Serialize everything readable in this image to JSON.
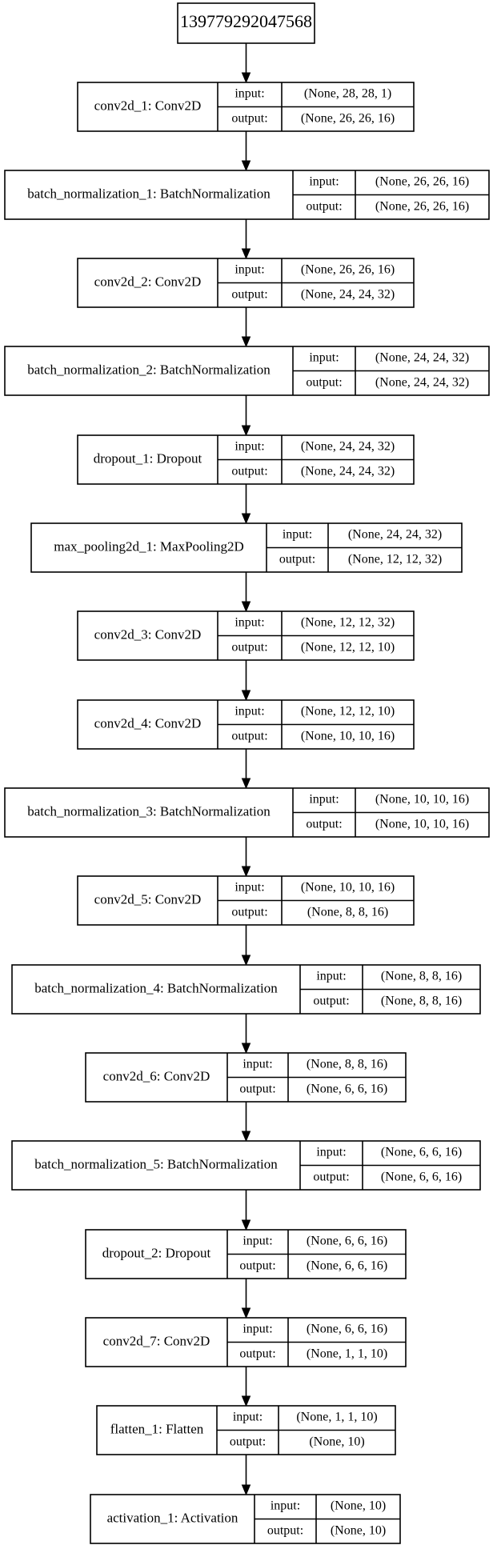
{
  "input_node": {
    "label": "139779292047568"
  },
  "ports": {
    "input": "input:",
    "output": "output:"
  },
  "layers": [
    {
      "name": "conv2d_1: Conv2D",
      "input": "(None, 28, 28, 1)",
      "output": "(None, 26, 26, 16)"
    },
    {
      "name": "batch_normalization_1: BatchNormalization",
      "input": "(None, 26, 26, 16)",
      "output": "(None, 26, 26, 16)"
    },
    {
      "name": "conv2d_2: Conv2D",
      "input": "(None, 26, 26, 16)",
      "output": "(None, 24, 24, 32)"
    },
    {
      "name": "batch_normalization_2: BatchNormalization",
      "input": "(None, 24, 24, 32)",
      "output": "(None, 24, 24, 32)"
    },
    {
      "name": "dropout_1: Dropout",
      "input": "(None, 24, 24, 32)",
      "output": "(None, 24, 24, 32)"
    },
    {
      "name": "max_pooling2d_1: MaxPooling2D",
      "input": "(None, 24, 24, 32)",
      "output": "(None, 12, 12, 32)"
    },
    {
      "name": "conv2d_3: Conv2D",
      "input": "(None, 12, 12, 32)",
      "output": "(None, 12, 12, 10)"
    },
    {
      "name": "conv2d_4: Conv2D",
      "input": "(None, 12, 12, 10)",
      "output": "(None, 10, 10, 16)"
    },
    {
      "name": "batch_normalization_3: BatchNormalization",
      "input": "(None, 10, 10, 16)",
      "output": "(None, 10, 10, 16)"
    },
    {
      "name": "conv2d_5: Conv2D",
      "input": "(None, 10, 10, 16)",
      "output": "(None, 8, 8, 16)"
    },
    {
      "name": "batch_normalization_4: BatchNormalization",
      "input": "(None, 8, 8, 16)",
      "output": "(None, 8, 8, 16)"
    },
    {
      "name": "conv2d_6: Conv2D",
      "input": "(None, 8, 8, 16)",
      "output": "(None, 6, 6, 16)"
    },
    {
      "name": "batch_normalization_5: BatchNormalization",
      "input": "(None, 6, 6, 16)",
      "output": "(None, 6, 6, 16)"
    },
    {
      "name": "dropout_2: Dropout",
      "input": "(None, 6, 6, 16)",
      "output": "(None, 6, 6, 16)"
    },
    {
      "name": "conv2d_7: Conv2D",
      "input": "(None, 6, 6, 16)",
      "output": "(None, 1, 1, 10)"
    },
    {
      "name": "flatten_1: Flatten",
      "input": "(None, 1, 1, 10)",
      "output": "(None, 10)"
    },
    {
      "name": "activation_1: Activation",
      "input": "(None, 10)",
      "output": "(None, 10)"
    }
  ]
}
